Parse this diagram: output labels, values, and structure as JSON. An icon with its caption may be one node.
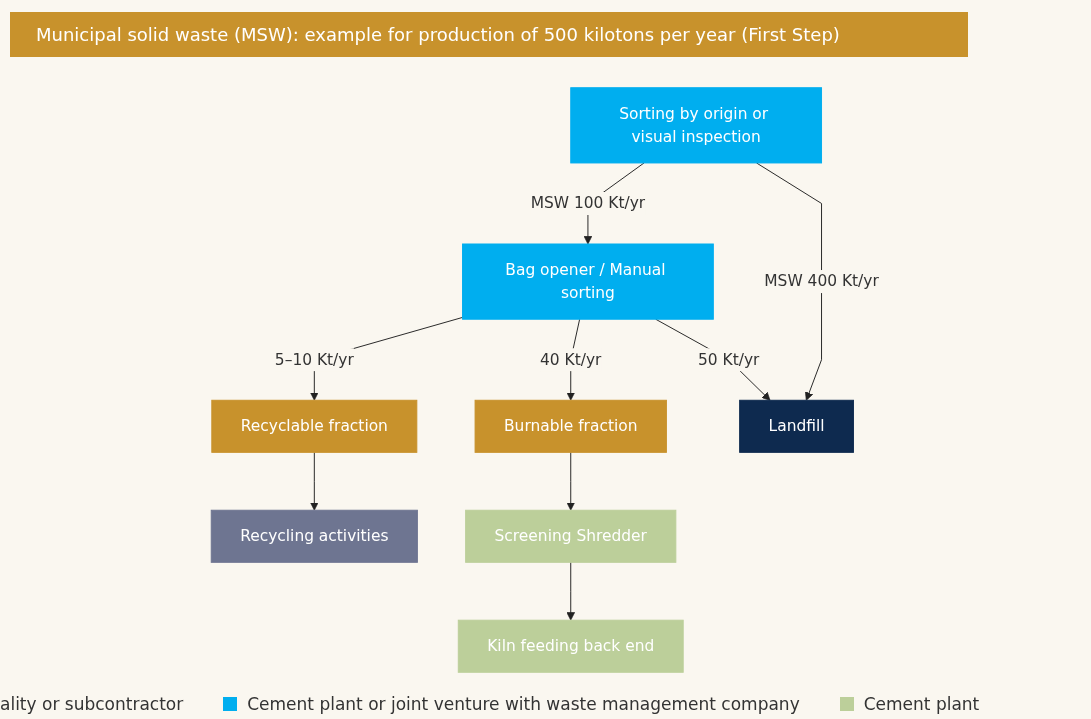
{
  "diagram": {
    "title": "Municipal solid waste (MSW): example for production of 500 kilotons per year (First Step)",
    "nodes": [
      {
        "text": [
          "Sorting by origin or visual inspection"
        ]
      },
      {
        "text": [
          "Bag opener / Manual sorting"
        ]
      },
      {
        "text": [
          "Recyclable fraction"
        ]
      },
      {
        "text": [
          "Burnable fraction"
        ]
      },
      {
        "text": [
          "Landfill"
        ]
      },
      {
        "text": [
          "Recycling activities"
        ]
      },
      {
        "text": [
          "Screening Shredder"
        ]
      },
      {
        "text": [
          "Kiln feeding back end"
        ]
      }
    ],
    "edges": [
      {
        "from": 0,
        "to": 1,
        "arrow": "to",
        "label": "MSW 100 Kt/yr"
      },
      {
        "from": 0,
        "to": 4,
        "arrow": "to",
        "label": "MSW 400 Kt/yr"
      },
      {
        "from": 1,
        "to": 2,
        "arrow": "to",
        "label": "5–10 Kt/yr"
      },
      {
        "from": 1,
        "to": 3,
        "arrow": "to",
        "label": "40 Kt/yr"
      },
      {
        "from": 1,
        "to": 4,
        "arrow": "to",
        "label": "50 Kt/yr"
      },
      {
        "from": 2,
        "to": 5,
        "arrow": "to"
      },
      {
        "from": 3,
        "to": 6,
        "arrow": "to"
      },
      {
        "from": 6,
        "to": 7,
        "arrow": "to"
      }
    ],
    "legend": [
      {
        "text": "ality or subcontractor"
      },
      {
        "text": "Cement plant or joint venture with waste management company",
        "color": "#00aeef"
      },
      {
        "text": "Cement plant",
        "color": "#bccf9a"
      }
    ]
  }
}
